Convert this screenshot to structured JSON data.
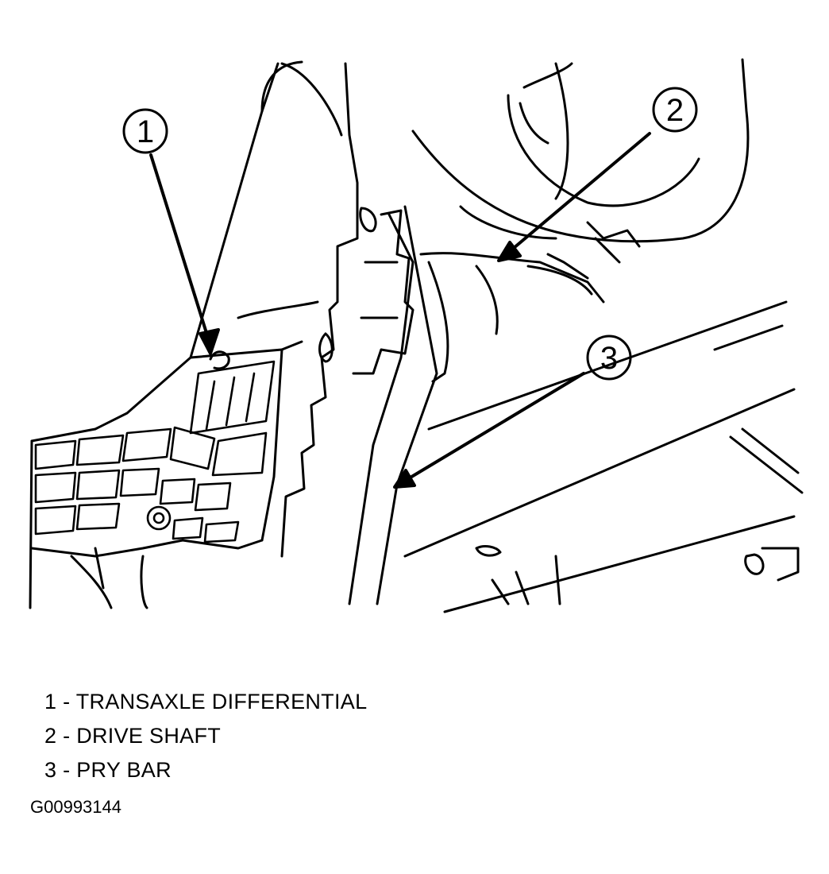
{
  "callouts": [
    {
      "number": "1"
    },
    {
      "number": "2"
    },
    {
      "number": "3"
    }
  ],
  "legend": [
    {
      "text": "1 - TRANSAXLE DIFFERENTIAL"
    },
    {
      "text": "2 - DRIVE SHAFT"
    },
    {
      "text": "3 - PRY BAR"
    }
  ],
  "figure_id": "G00993144",
  "colors": {
    "ink": "#000000",
    "paper": "#ffffff"
  }
}
